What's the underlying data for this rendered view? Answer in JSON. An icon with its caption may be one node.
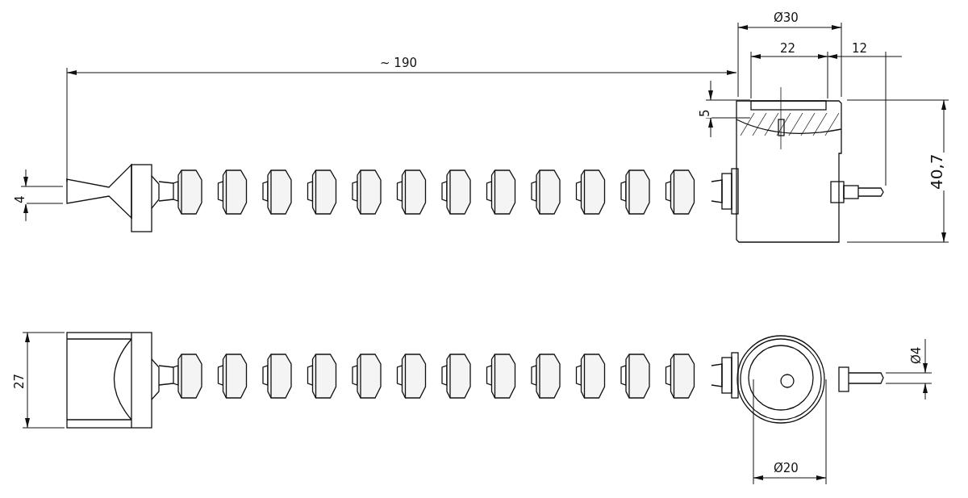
{
  "diagram": {
    "labels": [
      "Ø30",
      "22",
      "12",
      "~ 190",
      "5",
      "40,7",
      "4",
      "27",
      "Ø4",
      "Ø20"
    ]
  }
}
